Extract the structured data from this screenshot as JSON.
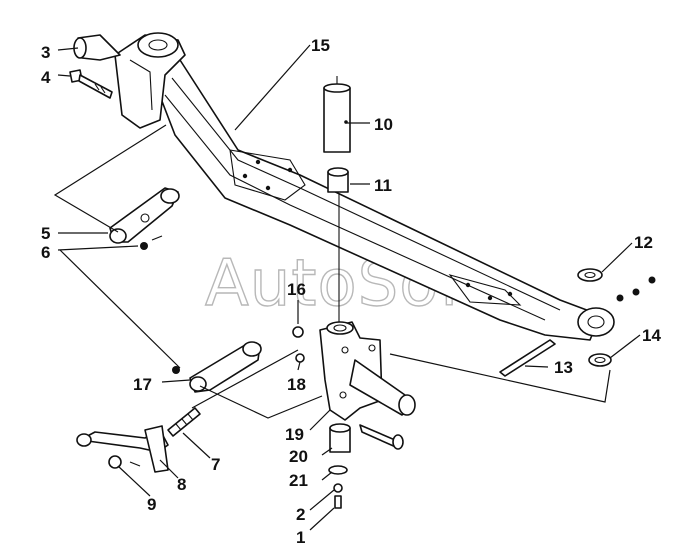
{
  "watermark": "AutoSoft",
  "callouts": {
    "c1": "1",
    "c2": "2",
    "c3": "3",
    "c4": "4",
    "c5": "5",
    "c6": "6",
    "c7": "7",
    "c8": "8",
    "c9": "9",
    "c10": "10",
    "c11": "11",
    "c12": "12",
    "c13": "13",
    "c14": "14",
    "c15": "15",
    "c16": "16",
    "c17": "17",
    "c18": "18",
    "c19": "19",
    "c20": "20",
    "c21": "21"
  }
}
